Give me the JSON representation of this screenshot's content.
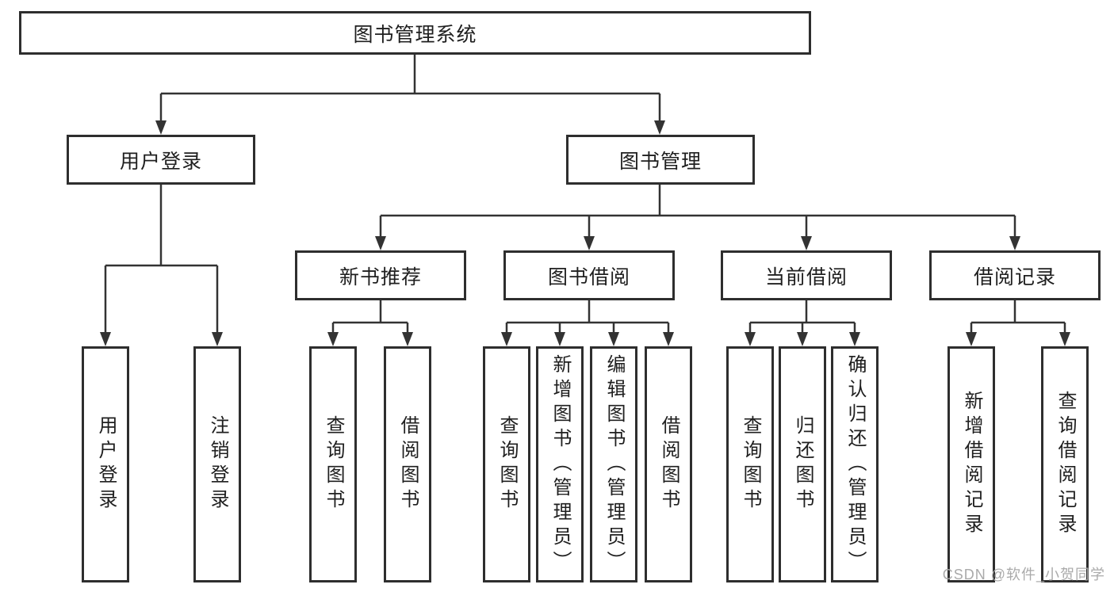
{
  "nodes": {
    "root": "图书管理系统",
    "user_login": "用户登录",
    "book_management": "图书管理",
    "new_book_recommend": "新书推荐",
    "book_borrow": "图书借阅",
    "current_borrow": "当前借阅",
    "borrow_record": "借阅记录",
    "leaf_user_login": "用户登录",
    "leaf_logout": "注销登录",
    "rec_query_book": "查询图书",
    "rec_borrow_book": "借阅图书",
    "bb_query_book": "查询图书",
    "bb_add_book": "新增图书（管理员）",
    "bb_edit_book": "编辑图书（管理员）",
    "bb_borrow_book": "借阅图书",
    "cb_query_book": "查询图书",
    "cb_return_book": "归还图书",
    "cb_confirm_return": "确认归还（管理员）",
    "br_add_record": "新增借阅记录",
    "br_query_record": "查询借阅记录"
  },
  "structure": {
    "root": "图书管理系统",
    "children": [
      {
        "label": "用户登录",
        "children": [
          "用户登录",
          "注销登录"
        ]
      },
      {
        "label": "图书管理",
        "children": [
          {
            "label": "新书推荐",
            "children": [
              "查询图书",
              "借阅图书"
            ]
          },
          {
            "label": "图书借阅",
            "children": [
              "查询图书",
              "新增图书（管理员）",
              "编辑图书（管理员）",
              "借阅图书"
            ]
          },
          {
            "label": "当前借阅",
            "children": [
              "查询图书",
              "归还图书",
              "确认归还（管理员）"
            ]
          },
          {
            "label": "借阅记录",
            "children": [
              "新增借阅记录",
              "查询借阅记录"
            ]
          }
        ]
      }
    ]
  },
  "watermark": "CSDN @软件_小贺同学",
  "colors": {
    "line": "#333333",
    "border": "#2e2e2e",
    "text": "#1f1f1f",
    "background": "#ffffff",
    "watermark": "#aaaaaa"
  }
}
